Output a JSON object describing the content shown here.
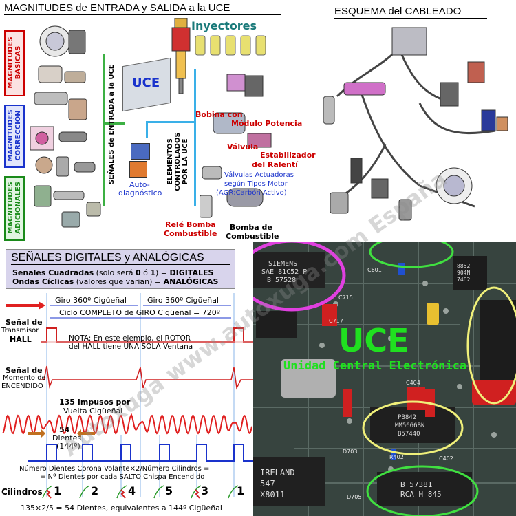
{
  "top_left": {
    "title": "MAGNITUDES de ENTRADA y SALIDA a la UCE",
    "categories": [
      {
        "label": "MAGNITUDES BÁSICAS",
        "color": "#cc0000"
      },
      {
        "label": "MAGNITUDES CORRECCIÓN",
        "color": "#1a33cc"
      },
      {
        "label": "MAGNITUDES ADICIONALES",
        "color": "#1a8a1a"
      }
    ],
    "signals_label": "SEÑALES de ENTRADA a la UCE",
    "uce_label": "UCE",
    "autodiag_label_1": "Auto-",
    "autodiag_label_2": "diagnóstico",
    "controlled_label": "ELEMENTOS CONTROLADOS POR LA UCE",
    "outputs": {
      "injectors": "Inyectores",
      "coil_1": "Bobina con",
      "coil_2": "Módulo Potencia",
      "valve_1": "Válvula",
      "valve_2": "Estabilizadora",
      "valve_3": "del Ralentí",
      "valves_1": "Válvulas Actuadoras",
      "valves_2": "según Tipos Motor",
      "valves_3": "(AGR;Carbón Activo)",
      "relay_1": "Relé Bomba",
      "relay_2": "Combustible",
      "pump_1": "Bomba de",
      "pump_2": "Combustible"
    }
  },
  "top_right": {
    "title": "ESQUEMA del CABLEADO"
  },
  "bottom_left": {
    "title": "SEÑALES DIGITALES y ANALÓGICAS",
    "line1_bold": "Señales Cuadradas",
    "line1_mid": " (solo será ",
    "line1_zero": "0",
    "line1_o": " ó ",
    "line1_one": "1",
    "line1_end": ") = ",
    "line1_result": "DIGITALES",
    "line2_bold": "Ondas Cíclicas",
    "line2_mid": " (valores que varian) = ",
    "line2_result": "ANALÓGICAS",
    "giro_1": "Giro 360º Cigüeñal",
    "giro_2": "Giro 360º Cigüeñal",
    "cycle": "Ciclo COMPLETO de GIRO Cigüeñal = 720º",
    "hall_1": "Señal de",
    "hall_2": "Transmisor",
    "hall_3": "HALL",
    "nota_1": "NOTA: En este ejemplo, el ROTOR",
    "nota_2": "del HALL tiene UNA SOLA Ventana",
    "ign_1": "Señal de",
    "ign_2": "Momento de",
    "ign_3": "ENCENDIDO",
    "pulses_1": "135 Impusos por",
    "pulses_2": "Vuelta Cigüeñal",
    "teeth_1": "54",
    "teeth_2": "Dientes",
    "teeth_3": "(144º)",
    "formula_1": "Número Dientes Corona Volante×2/Número Cilindros =",
    "formula_2": "= Nº Dientes por cada SALTO Chispa Encendido",
    "cylinders_label": "Cilindros",
    "firing_order": [
      "1",
      "2",
      "4",
      "5",
      "3",
      "1"
    ],
    "bottom_note": "135×2/5 = 54 Dientes, equivalentes a 144º Cigüeñal"
  },
  "bottom_right": {
    "uce_big": "UCE",
    "uce_sub": "Unidad Central Electrónica",
    "chips": [
      {
        "l1": "SIEMENS",
        "l2": "SAE 81C52 P",
        "l3": "B 57528"
      },
      {
        "l1": "PB842",
        "l2": "MM5666BN",
        "l3": "B57440"
      },
      {
        "l1": "B 57381",
        "l2": "RCA H 845",
        "l3": ""
      },
      {
        "l1": "IRELAND",
        "l2": "547",
        "l3": "X8011"
      },
      {
        "l1": "8852",
        "l2": "904N",
        "l3": "7462"
      }
    ],
    "board_labels": [
      "C717",
      "C404",
      "C402",
      "D703",
      "D705",
      "R402",
      "C601",
      "C715"
    ]
  },
  "watermark": "Autoxuga www.autoxuga.com España"
}
